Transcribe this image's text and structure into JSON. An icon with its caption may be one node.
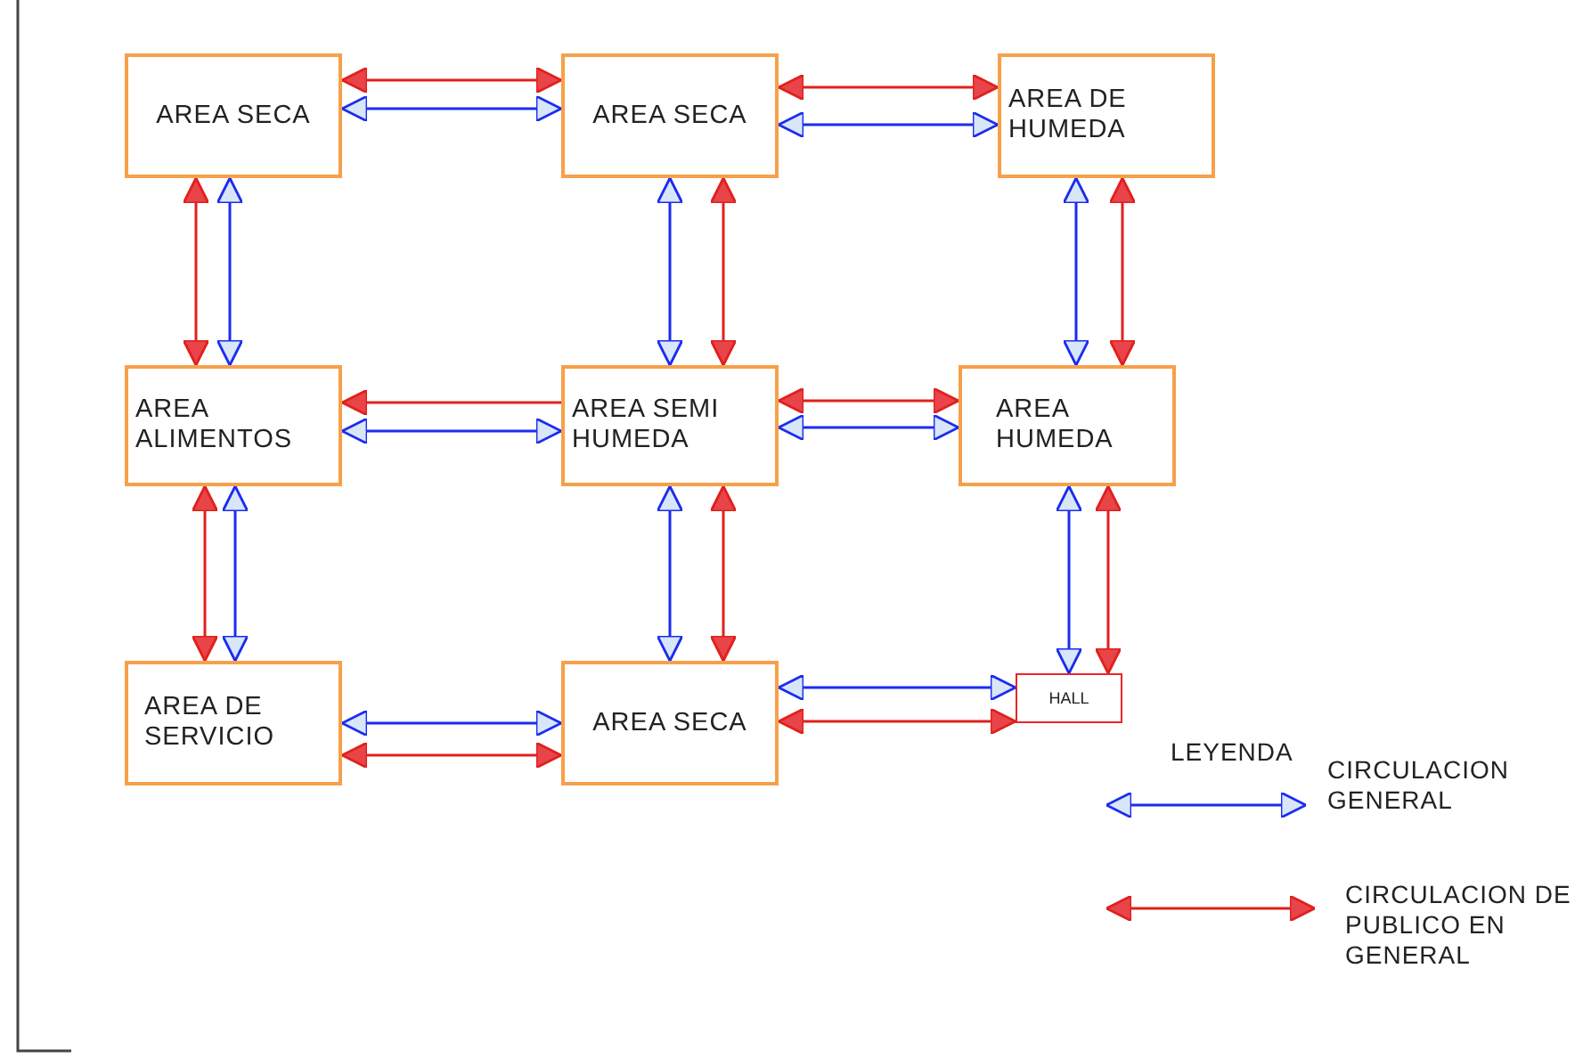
{
  "diagram": {
    "nodes": [
      {
        "text": [
          "AREA SECA"
        ]
      },
      {
        "text": [
          "AREA SECA"
        ]
      },
      {
        "text": [
          "AREA DE HUMEDA"
        ]
      },
      {
        "text": [
          "AREA ALIMENTOS"
        ]
      },
      {
        "text": [
          "AREA SEMI HUMEDA"
        ]
      },
      {
        "text": [
          "AREA HUMEDA"
        ]
      },
      {
        "text": [
          "AREA DE SERVICIO"
        ]
      },
      {
        "text": [
          "AREA SECA"
        ]
      },
      {
        "text": [
          "HALL"
        ]
      }
    ],
    "edges": [
      {
        "from": 0,
        "to": 1,
        "arrow": "both",
        "color": "#e0201c"
      },
      {
        "from": 0,
        "to": 1,
        "arrow": "both",
        "color": "#1a2cf0"
      },
      {
        "from": 1,
        "to": 2,
        "arrow": "both",
        "color": "#e0201c"
      },
      {
        "from": 1,
        "to": 2,
        "arrow": "both",
        "color": "#1a2cf0"
      },
      {
        "from": 0,
        "to": 3,
        "arrow": "both",
        "color": "#e0201c"
      },
      {
        "from": 0,
        "to": 3,
        "arrow": "both",
        "color": "#1a2cf0"
      },
      {
        "from": 1,
        "to": 4,
        "arrow": "both",
        "color": "#1a2cf0"
      },
      {
        "from": 1,
        "to": 4,
        "arrow": "both",
        "color": "#e0201c"
      },
      {
        "from": 2,
        "to": 5,
        "arrow": "both",
        "color": "#1a2cf0"
      },
      {
        "from": 2,
        "to": 5,
        "arrow": "both",
        "color": "#e0201c"
      },
      {
        "from": 4,
        "to": 3,
        "arrow": "to",
        "color": "#e0201c"
      },
      {
        "from": 3,
        "to": 4,
        "arrow": "both",
        "color": "#1a2cf0"
      },
      {
        "from": 4,
        "to": 5,
        "arrow": "both",
        "color": "#e0201c"
      },
      {
        "from": 4,
        "to": 5,
        "arrow": "both",
        "color": "#1a2cf0"
      },
      {
        "from": 3,
        "to": 6,
        "arrow": "both",
        "color": "#e0201c"
      },
      {
        "from": 3,
        "to": 6,
        "arrow": "both",
        "color": "#1a2cf0"
      },
      {
        "from": 4,
        "to": 7,
        "arrow": "both",
        "color": "#1a2cf0"
      },
      {
        "from": 4,
        "to": 7,
        "arrow": "both",
        "color": "#e0201c"
      },
      {
        "from": 5,
        "to": 8,
        "arrow": "both",
        "color": "#1a2cf0"
      },
      {
        "from": 5,
        "to": 8,
        "arrow": "both",
        "color": "#e0201c"
      },
      {
        "from": 6,
        "to": 7,
        "arrow": "both",
        "color": "#1a2cf0"
      },
      {
        "from": 6,
        "to": 7,
        "arrow": "both",
        "color": "#e0201c"
      },
      {
        "from": 7,
        "to": 8,
        "arrow": "both",
        "color": "#1a2cf0"
      },
      {
        "from": 7,
        "to": 8,
        "arrow": "both",
        "color": "#e0201c"
      }
    ],
    "labels": [
      "LEYENDA"
    ],
    "legend": [
      {
        "text": "CIRCULACION GENERAL"
      },
      {
        "text": "CIRCULACION DE PUBLICO EN GENERAL"
      }
    ]
  }
}
